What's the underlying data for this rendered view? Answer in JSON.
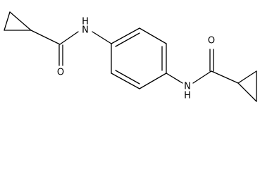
{
  "molecule": {
    "atoms": {
      "o_left": "O",
      "nh_left": "H",
      "nh_left_n": "N",
      "o_right": "O",
      "nh_right": "H",
      "nh_right_n": "N"
    }
  }
}
